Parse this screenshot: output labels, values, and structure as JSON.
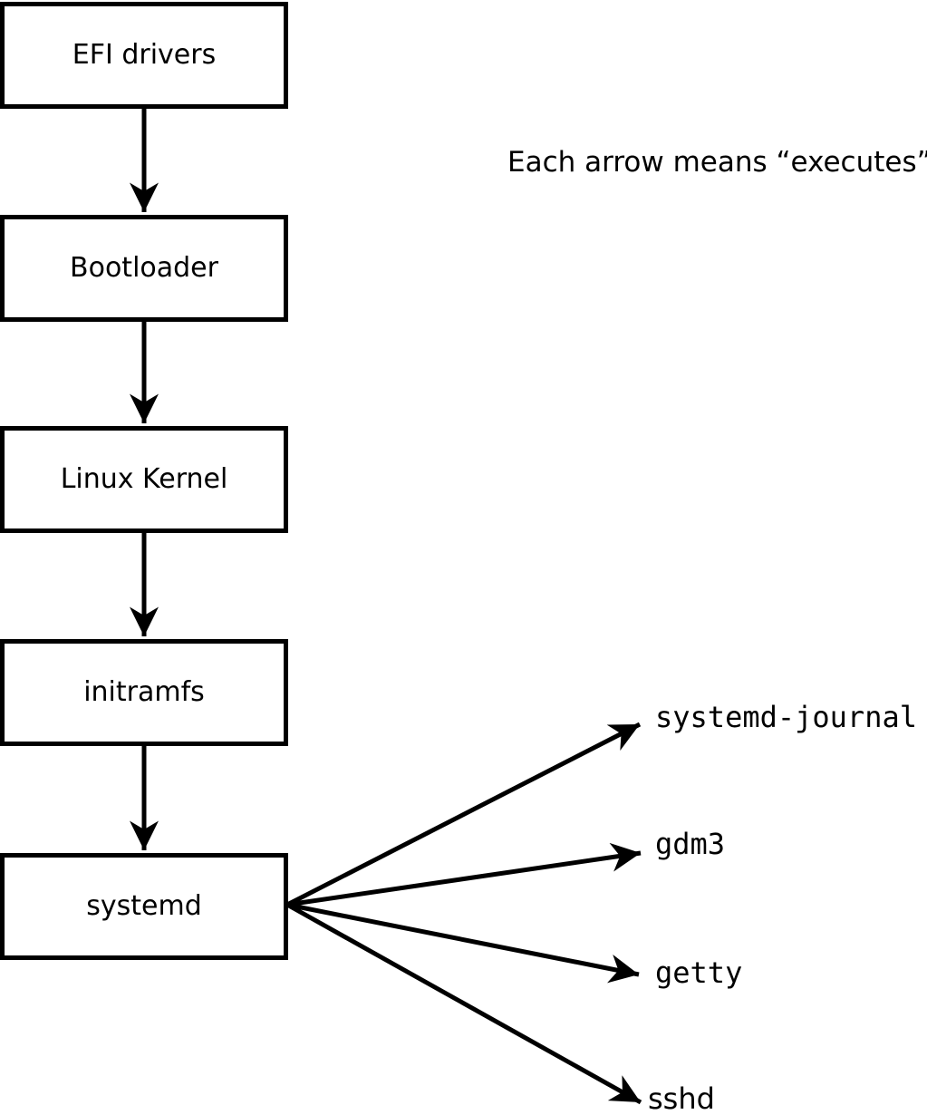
{
  "diagram": {
    "note": "Each arrow means “executes”.",
    "chain": [
      {
        "id": "efi-drivers",
        "label": "EFI drivers"
      },
      {
        "id": "bootloader",
        "label": "Bootloader"
      },
      {
        "id": "linux-kernel",
        "label": "Linux Kernel"
      },
      {
        "id": "initramfs",
        "label": "initramfs"
      },
      {
        "id": "systemd",
        "label": "systemd"
      }
    ],
    "spawned": [
      {
        "id": "systemd-journal",
        "label": "systemd-journal"
      },
      {
        "id": "gdm3",
        "label": "gdm3"
      },
      {
        "id": "getty",
        "label": "getty"
      },
      {
        "id": "sshd",
        "label": "sshd"
      }
    ],
    "colors": {
      "line": "#000000",
      "text": "#000000",
      "box_fill": "#ffffff",
      "background": "#ffffff"
    }
  }
}
